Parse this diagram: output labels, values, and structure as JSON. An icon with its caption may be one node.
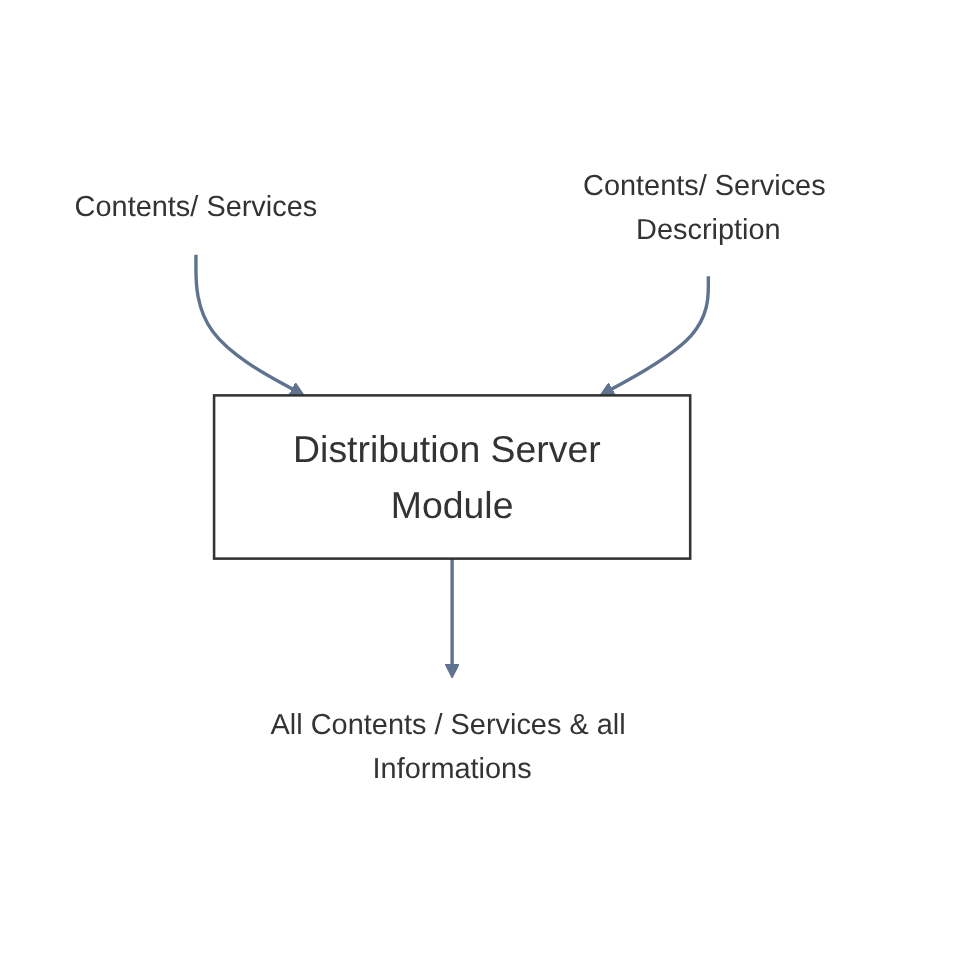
{
  "diagram": {
    "nodes": [
      {
        "text": [
          "Contents/ Services"
        ]
      },
      {
        "text": [
          "Contents/ Services Description"
        ]
      },
      {
        "text": [
          "Distribution Server Module"
        ]
      },
      {
        "text": [
          "All Contents / Services & all Informations"
        ]
      }
    ],
    "edges": [
      {
        "from": 0,
        "to": 2,
        "arrow": "to"
      },
      {
        "from": 1,
        "to": 2,
        "arrow": "to"
      },
      {
        "from": 2,
        "to": 3,
        "arrow": "to"
      }
    ]
  }
}
